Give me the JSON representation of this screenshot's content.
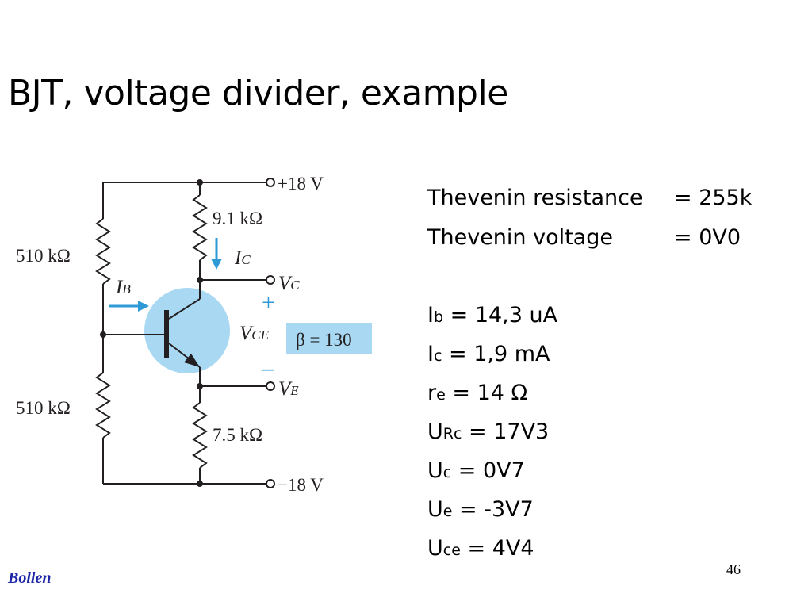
{
  "slide": {
    "title": "BJT, voltage divider, example",
    "page_number": "46",
    "footer": "Bollen"
  },
  "circuit": {
    "vcc": "+18 V",
    "vee": "−18 V",
    "r1": "510 kΩ",
    "r2": "510 kΩ",
    "rc": "9.1  kΩ",
    "re": "7.5 kΩ",
    "ib": "I",
    "ib_sub": "B",
    "ic": "I",
    "ic_sub": "C",
    "vc": "V",
    "vc_sub": "C",
    "ve": "V",
    "ve_sub": "E",
    "vce": "V",
    "vce_sub": "CE",
    "plus": "+",
    "minus": "−",
    "beta": "β = 130",
    "colors": {
      "transistor_fill": "#a9d8f3",
      "beta_box": "#a9d8f3",
      "arrow": "#2f9bd6",
      "wire": "#231f20"
    }
  },
  "results": {
    "thevenin_resistance": {
      "label": "Thevenin resistance",
      "value": "= 255k"
    },
    "thevenin_voltage": {
      "label": "Thevenin voltage",
      "value": "= 0V0"
    },
    "ib": {
      "sym": "I",
      "sub": "b",
      "value": " = 14,3 uA"
    },
    "ic": {
      "sym": "I",
      "sub": "c",
      "value": " = 1,9 mA"
    },
    "re": {
      "sym": "r",
      "sub": "e",
      "value": " = 14 Ω"
    },
    "urc": {
      "sym": "U",
      "sub": "Rc",
      "value": " = 17V3"
    },
    "uc": {
      "sym": "U",
      "sub": "c",
      "value": " = 0V7"
    },
    "ue": {
      "sym": "U",
      "sub": "e",
      "value": " = -3V7"
    },
    "uce": {
      "sym": "U",
      "sub": "ce",
      "value": " = 4V4"
    }
  }
}
